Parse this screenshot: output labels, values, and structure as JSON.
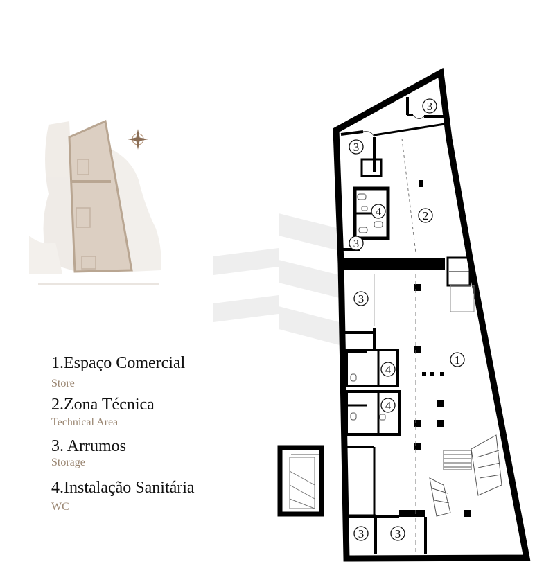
{
  "legend": [
    {
      "number": "1.",
      "title": "Espaço Comercial",
      "subtitle": "Store"
    },
    {
      "number": "2.",
      "title": "Zona Técnica",
      "subtitle": "Technical Area"
    },
    {
      "number": "3.",
      "title": " Arrumos",
      "subtitle": "Storage"
    },
    {
      "number": "4.",
      "title": "Instalação Sanitária",
      "subtitle": "WC"
    }
  ],
  "room_markers": [
    "1",
    "2",
    "3",
    "4"
  ],
  "colors": {
    "wall": "#000000",
    "legend_subtitle": "#9a8672",
    "site_plan_fill": "#d8cbbd",
    "site_plan_stroke": "#b9a692",
    "watermark": "#e9e9e9"
  }
}
